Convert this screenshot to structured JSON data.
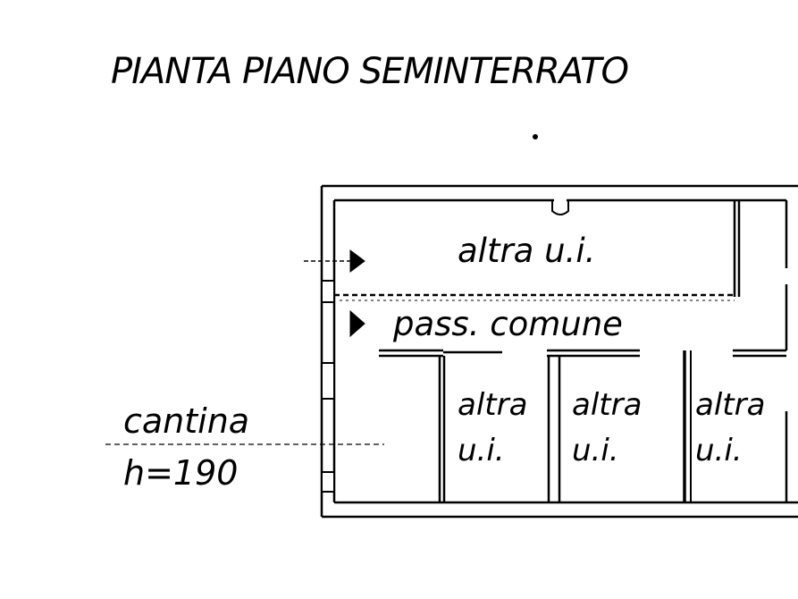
{
  "drawing": {
    "title": "PIANTA PIANO SEMINTERRATO",
    "rooms": {
      "top_unit": "altra u.i.",
      "corridor": "pass. comune",
      "unit_1": {
        "line1": "altra",
        "line2": "u.i."
      },
      "unit_2": {
        "line1": "altra",
        "line2": "u.i."
      },
      "unit_3": {
        "line1": "altra",
        "line2": "u.i."
      }
    },
    "cellar": {
      "name": "cantina",
      "height": "h=190"
    },
    "colors": {
      "ink": "#000000",
      "paper": "#ffffff"
    }
  }
}
